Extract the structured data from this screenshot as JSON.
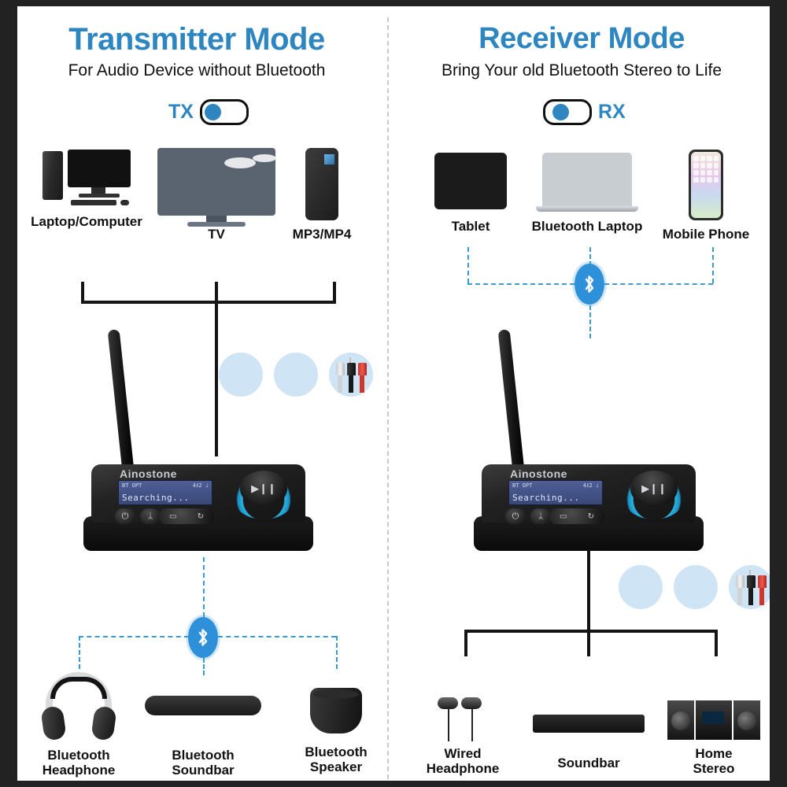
{
  "theme": {
    "accent_blue": "#2e86c1",
    "link_blue": "#3d9ad1",
    "badge_blue": "#2e90d8",
    "bubble_blue": "#cfe4f5",
    "frame_dark": "#232222",
    "canvas": "#ffffff"
  },
  "transmitter": {
    "title": "Transmitter Mode",
    "subtitle": "For Audio Device without Bluetooth",
    "toggle": {
      "label": "TX",
      "state": "left",
      "icon": "toggle-switch-icon"
    },
    "sources": [
      {
        "label": "Laptop/Computer",
        "icon": "desktop-computer-icon"
      },
      {
        "label": "TV",
        "icon": "television-icon"
      },
      {
        "label": "MP3/MP4",
        "icon": "mp3-player-icon"
      }
    ],
    "outputs": [
      {
        "label": "Bluetooth\nHeadphone",
        "line1": "Bluetooth",
        "line2": "Headphone",
        "icon": "headphones-icon"
      },
      {
        "label": "Bluetooth\nSoundbar",
        "line1": "Bluetooth",
        "line2": "Soundbar",
        "icon": "soundbar-icon"
      },
      {
        "label": "Bluetooth\nSpeaker",
        "line1": "Bluetooth",
        "line2": "Speaker",
        "icon": "speaker-icon"
      }
    ],
    "connectors": [
      {
        "name": "3.5mm-aux-jack-icon"
      },
      {
        "name": "optical-toslink-jack-icon"
      },
      {
        "name": "rca-stereo-jack-icon"
      }
    ],
    "bluetooth_badge": "bluetooth-icon",
    "input_link_type": "wired",
    "output_link_type": "bluetooth"
  },
  "receiver": {
    "title": "Receiver Mode",
    "subtitle": "Bring Your old Bluetooth Stereo to Life",
    "toggle": {
      "label": "RX",
      "state": "right",
      "icon": "toggle-switch-icon"
    },
    "sources": [
      {
        "label": "Tablet",
        "icon": "tablet-icon"
      },
      {
        "label": "Bluetooth Laptop",
        "icon": "laptop-icon"
      },
      {
        "label": "Mobile Phone",
        "icon": "mobile-phone-icon"
      }
    ],
    "outputs": [
      {
        "label": "Wired\nHeadphone",
        "line1": "Wired",
        "line2": "Headphone",
        "icon": "earbuds-icon"
      },
      {
        "label": "Soundbar",
        "line1": "Soundbar",
        "line2": "",
        "icon": "soundbar-icon"
      },
      {
        "label": "Home\nStereo",
        "line1": "Home",
        "line2": "Stereo",
        "icon": "home-stereo-icon"
      }
    ],
    "connectors": [
      {
        "name": "3.5mm-aux-jack-icon"
      },
      {
        "name": "optical-toslink-jack-icon"
      },
      {
        "name": "rca-stereo-jack-icon"
      }
    ],
    "bluetooth_badge": "bluetooth-icon",
    "input_link_type": "bluetooth",
    "output_link_type": "wired"
  },
  "device": {
    "brand": "Ainostone",
    "lcd": {
      "status_left": "BT OPT",
      "status_right": "4ℓ2 ♩",
      "message": "Searching..."
    },
    "buttons": [
      {
        "name": "power-button",
        "glyph": "⏻"
      },
      {
        "name": "bluetooth-pair-button",
        "glyph": "ᛦ"
      },
      {
        "name": "input-mode-button",
        "glyph": "▭"
      },
      {
        "name": "loop-mode-button",
        "glyph": "↻"
      }
    ],
    "knob": {
      "name": "play-pause-knob",
      "glyph": "▶❙❙"
    }
  }
}
